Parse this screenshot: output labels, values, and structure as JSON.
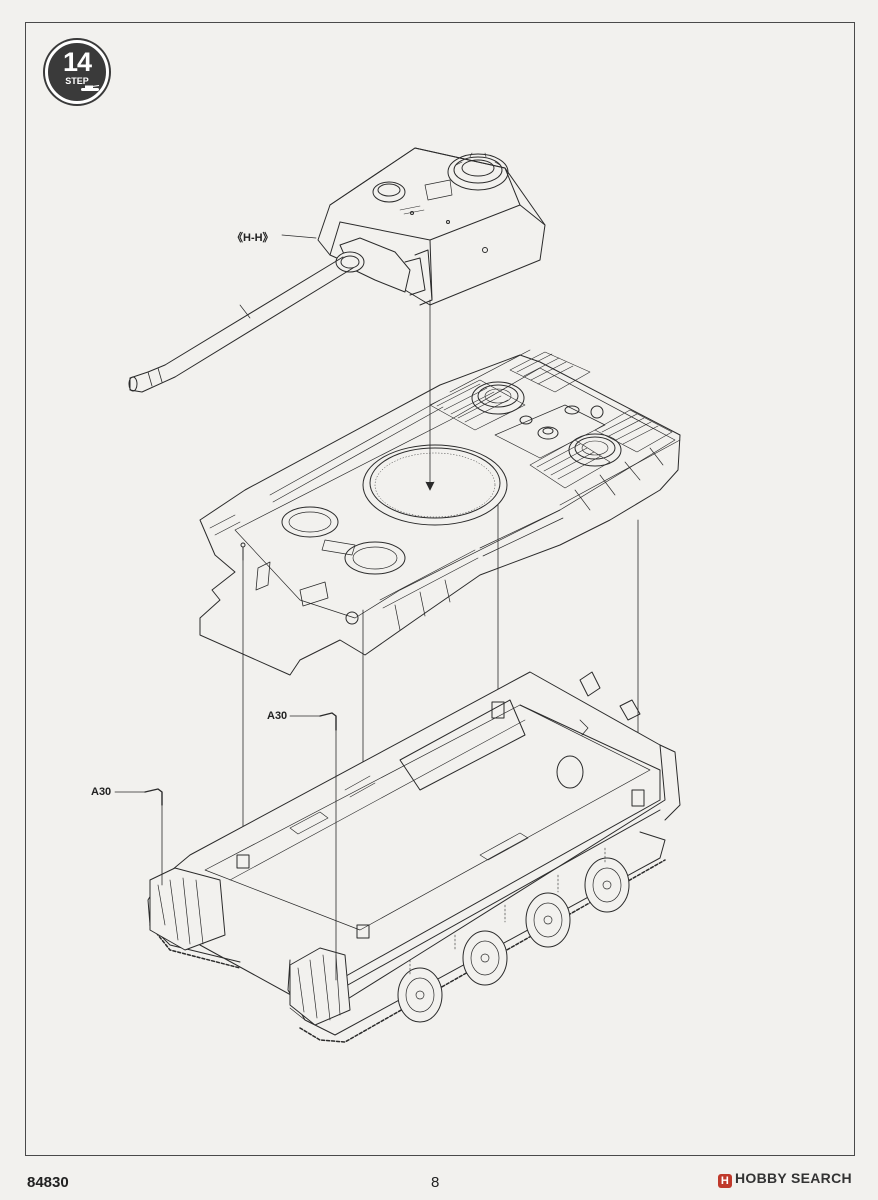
{
  "step": {
    "number": "14",
    "label": "STEP"
  },
  "callouts": {
    "turret_part": "《H-H》",
    "part_a30_upper": "A30",
    "part_a30_left": "A30"
  },
  "footer": {
    "product_code": "84830",
    "page_number": "8"
  },
  "watermark": {
    "logo_mark": "H",
    "text": "HOBBY SEARCH"
  },
  "colors": {
    "ink": "#2b2b2b",
    "paper": "#f2f1ee",
    "watermark_accent": "#c0392b"
  }
}
